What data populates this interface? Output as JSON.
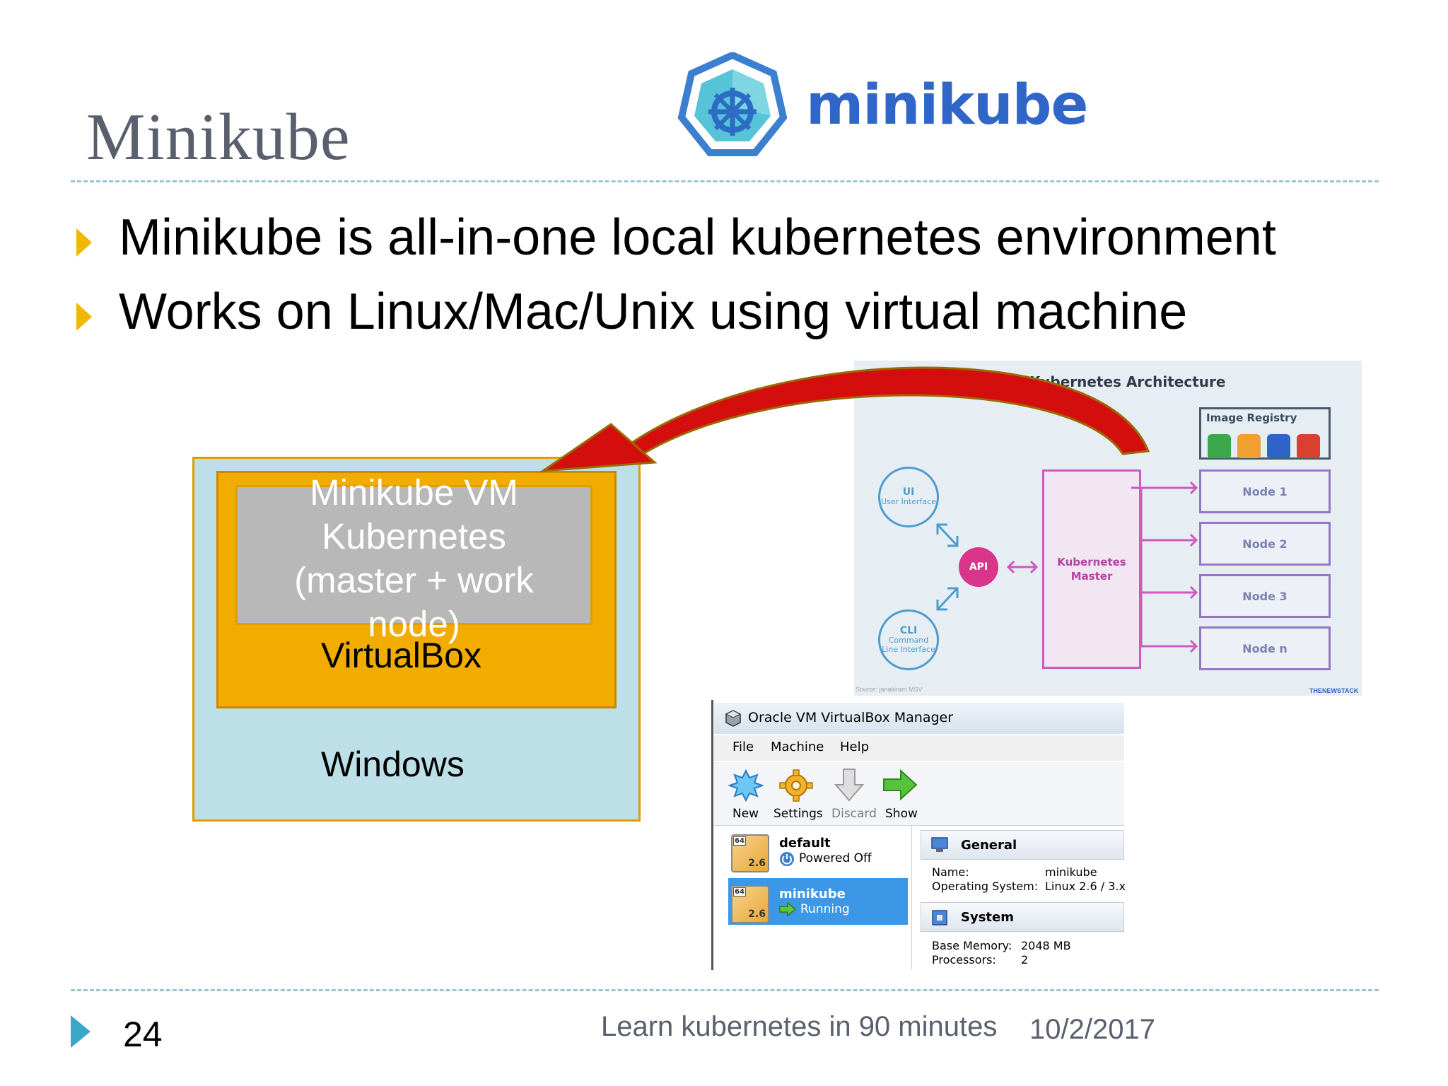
{
  "slide": {
    "title": "Minikube",
    "logo_text": "minikube",
    "bullets": [
      "Minikube is all-in-one local kubernetes environment",
      "Works on Linux/Mac/Unix using virtual machine"
    ]
  },
  "stack_diagram": {
    "vm_lines": [
      "Minikube VM",
      "Kubernetes",
      "(master + work",
      "node)"
    ],
    "virtualbox_label": "VirtualBox",
    "windows_label": "Windows"
  },
  "architecture": {
    "title": "Kubernetes Architecture",
    "image_registry": "Image Registry",
    "registry_colors": [
      "#3aa84a",
      "#f0a030",
      "#2e63c7",
      "#d94030"
    ],
    "ui": {
      "abbr": "UI",
      "desc": "User Interface"
    },
    "cli": {
      "abbr": "CLI",
      "desc": "Command Line Interface"
    },
    "api": "API",
    "master": "Kubernetes Master",
    "nodes": [
      "Node 1",
      "Node 2",
      "Node 3",
      "Node n"
    ],
    "credit_left": "Source: janakiram MSV",
    "credit_right": "THENEWSTACK"
  },
  "virtualbox_window": {
    "title": "Oracle VM VirtualBox Manager",
    "menu": [
      "File",
      "Machine",
      "Help"
    ],
    "toolbar": [
      {
        "label": "New",
        "icon": "new-icon",
        "enabled": true
      },
      {
        "label": "Settings",
        "icon": "gear-icon",
        "enabled": true
      },
      {
        "label": "Discard",
        "icon": "discard-arrow-icon",
        "enabled": false
      },
      {
        "label": "Show",
        "icon": "show-arrow-icon",
        "enabled": true
      }
    ],
    "vms": [
      {
        "name": "default",
        "state": "Powered Off",
        "badge": "64",
        "version": "2.6"
      },
      {
        "name": "minikube",
        "state": "Running",
        "badge": "64",
        "version": "2.6"
      }
    ],
    "general": {
      "heading": "General",
      "name_label": "Name:",
      "name_value": "minikube",
      "os_label": "Operating System:",
      "os_value": "Linux 2.6 / 3.x"
    },
    "system": {
      "heading": "System",
      "mem_label": "Base Memory:",
      "mem_value": "2048 MB",
      "proc_label": "Processors:",
      "proc_value": "2"
    }
  },
  "footer": {
    "page_number": "24",
    "course": "Learn kubernetes in 90 minutes",
    "date": "10/2/2017"
  },
  "colors": {
    "title": "#5a5f6e",
    "bullet": "#f0b800",
    "accent_line": "#9cc4d6",
    "logo": "#2f66c7",
    "arrow": "#d40d0d"
  }
}
